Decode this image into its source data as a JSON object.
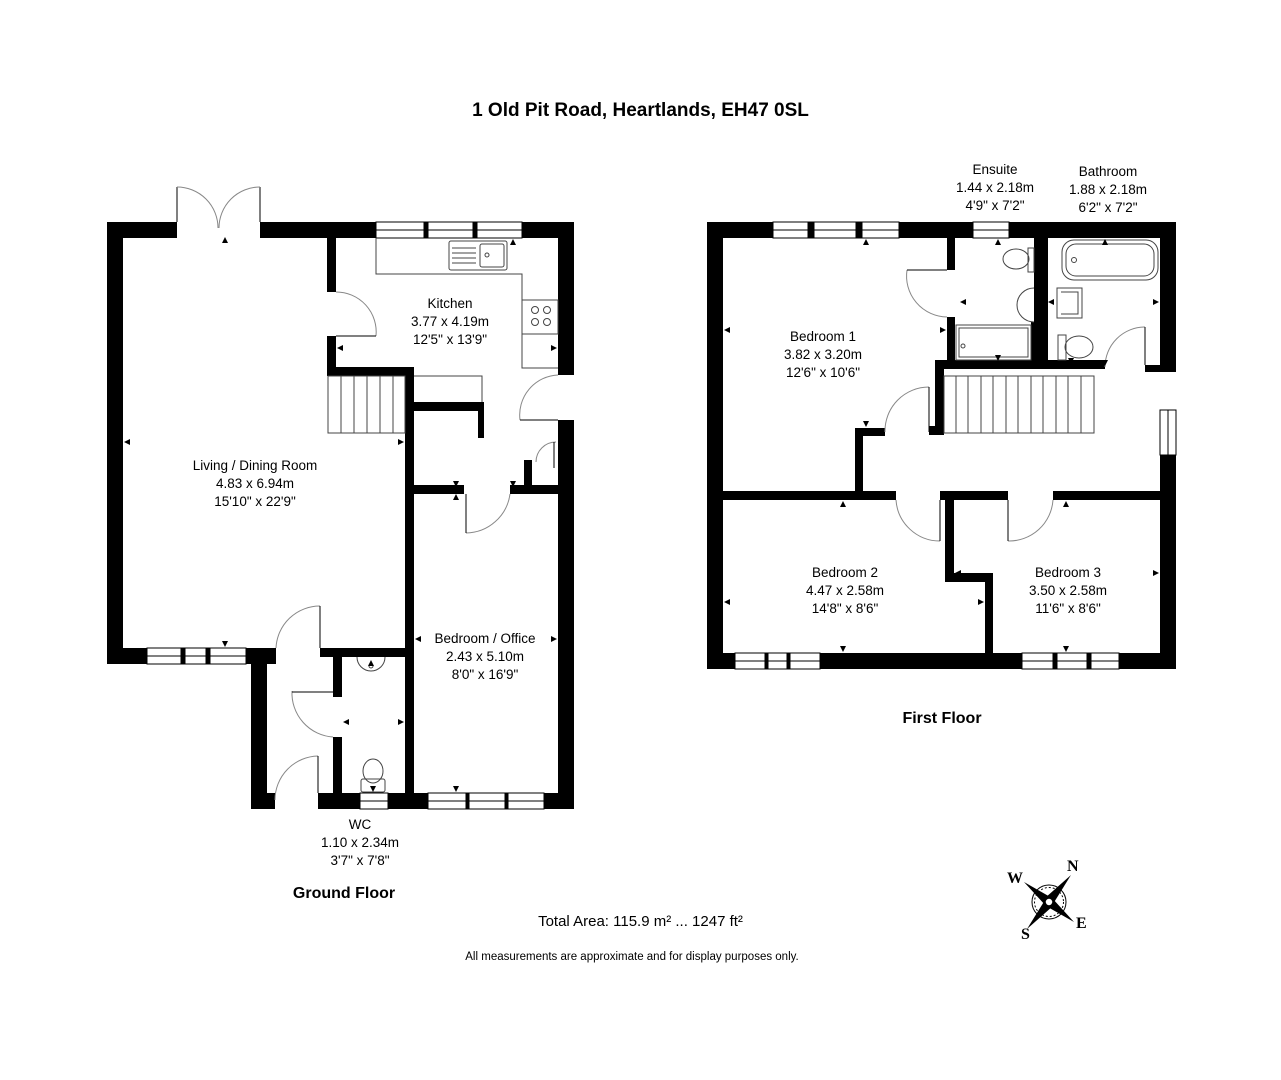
{
  "title": "1 Old Pit Road, Heartlands, EH47 0SL",
  "floors": [
    {
      "name": "Ground Floor",
      "rooms": [
        {
          "name": "Kitchen",
          "metric": "3.77 x 4.19m",
          "imperial": "12'5\" x 13'9\""
        },
        {
          "name": "Living / Dining Room",
          "metric": "4.83 x 6.94m",
          "imperial": "15'10\" x 22'9\""
        },
        {
          "name": "Bedroom / Office",
          "metric": "2.43 x 5.10m",
          "imperial": "8'0\" x 16'9\""
        },
        {
          "name": "WC",
          "metric": "1.10 x 2.34m",
          "imperial": "3'7\" x 7'8\""
        }
      ]
    },
    {
      "name": "First Floor",
      "rooms": [
        {
          "name": "Ensuite",
          "metric": "1.44 x 2.18m",
          "imperial": "4'9\" x 7'2\""
        },
        {
          "name": "Bathroom",
          "metric": "1.88 x 2.18m",
          "imperial": "6'2\" x 7'2\""
        },
        {
          "name": "Bedroom 1",
          "metric": "3.82 x 3.20m",
          "imperial": "12'6\" x 10'6\""
        },
        {
          "name": "Bedroom 2",
          "metric": "4.47 x 2.58m",
          "imperial": "14'8\" x 8'6\""
        },
        {
          "name": "Bedroom 3",
          "metric": "3.50 x 2.58m",
          "imperial": "11'6\" x 8'6\""
        }
      ]
    }
  ],
  "total_area": "Total Area: 115.9 m² ... 1247 ft²",
  "disclaimer": "All measurements are approximate and for display purposes only.",
  "compass": {
    "icon": "compass-rose-icon",
    "n": "N",
    "e": "E",
    "s": "S",
    "w": "W"
  },
  "colors": {
    "wall": "#000000",
    "background": "#ffffff",
    "fixture_line": "#555555"
  }
}
